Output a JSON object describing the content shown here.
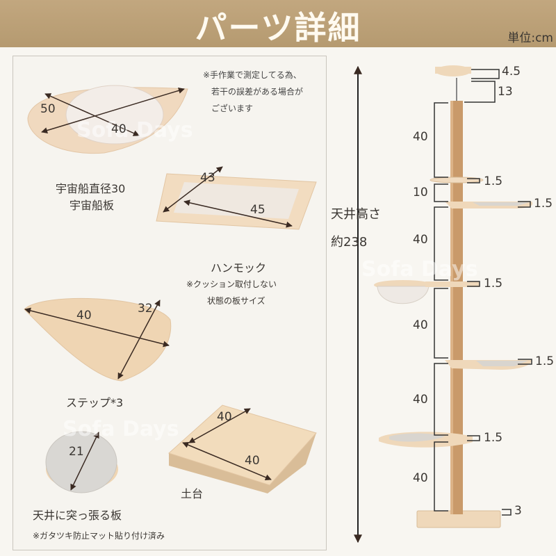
{
  "header": {
    "title": "パーツ詳細",
    "unit": "単位:cm"
  },
  "watermark": "Sofa Days",
  "note_top": [
    "※手作業で測定してる為、",
    "若干の誤差がある場合が",
    "ございます"
  ],
  "parts": {
    "spaceship": {
      "caption": [
        "宇宙船直径30",
        "宇宙船板"
      ],
      "dims": [
        "50",
        "40"
      ]
    },
    "hammock": {
      "caption": "ハンモック",
      "notes": [
        "※クッション取付しない",
        "状態の板サイズ"
      ],
      "dims": [
        "43",
        "45"
      ]
    },
    "step": {
      "caption": "ステップ*3",
      "dims": [
        "40",
        "32"
      ]
    },
    "ceiling_plate": {
      "caption": "天井に突っ張る板",
      "note": "※ガタツキ防止マット貼り付け済み",
      "dims": [
        "21"
      ]
    },
    "base": {
      "caption": "土台",
      "dims": [
        "40",
        "40"
      ]
    }
  },
  "tower": {
    "height_label": "天井高さ",
    "height_value": "約238",
    "left_dims": [
      "40",
      "10",
      "40",
      "40",
      "40",
      "40"
    ],
    "right_dims": [
      "4.5",
      "13",
      "1.5",
      "1.5",
      "1.5",
      "1.5",
      "1.5",
      "3"
    ]
  },
  "colors": {
    "header": "#b89c74",
    "wood": "#ecd2b0",
    "pole": "#c99a6a"
  }
}
